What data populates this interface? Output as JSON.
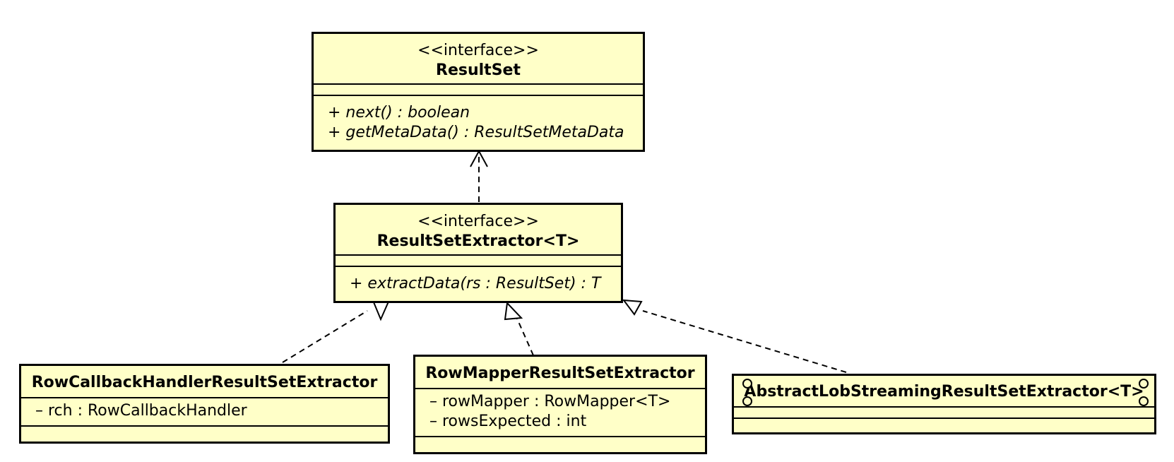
{
  "result_set": {
    "stereotype": "<<interface>>",
    "name": "ResultSet",
    "operations": [
      "+ next() : boolean",
      "+ getMetaData() : ResultSetMetaData"
    ]
  },
  "extractor": {
    "stereotype": "<<interface>>",
    "name": "ResultSetExtractor<T>",
    "operations": [
      "+ extractData(rs : ResultSet) : T"
    ]
  },
  "row_callback": {
    "name": "RowCallbackHandlerResultSetExtractor",
    "attributes": [
      "– rch : RowCallbackHandler"
    ]
  },
  "row_mapper": {
    "name": "RowMapperResultSetExtractor",
    "attributes": [
      "– rowMapper : RowMapper<T>",
      "– rowsExpected : int"
    ]
  },
  "abstract_lob": {
    "name": "AbstractLobStreamingResultSetExtractor<T>"
  }
}
